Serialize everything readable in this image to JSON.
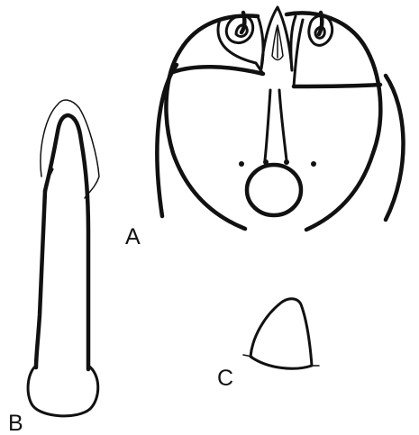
{
  "figure": {
    "panels": [
      {
        "id": "A",
        "label": "A",
        "depicts": "head-capsule"
      },
      {
        "id": "B",
        "label": "B",
        "depicts": "elongate-element"
      },
      {
        "id": "C",
        "label": "C",
        "depicts": "small-sclerite"
      }
    ],
    "line_color": "#111111",
    "background_color": "#ffffff"
  }
}
